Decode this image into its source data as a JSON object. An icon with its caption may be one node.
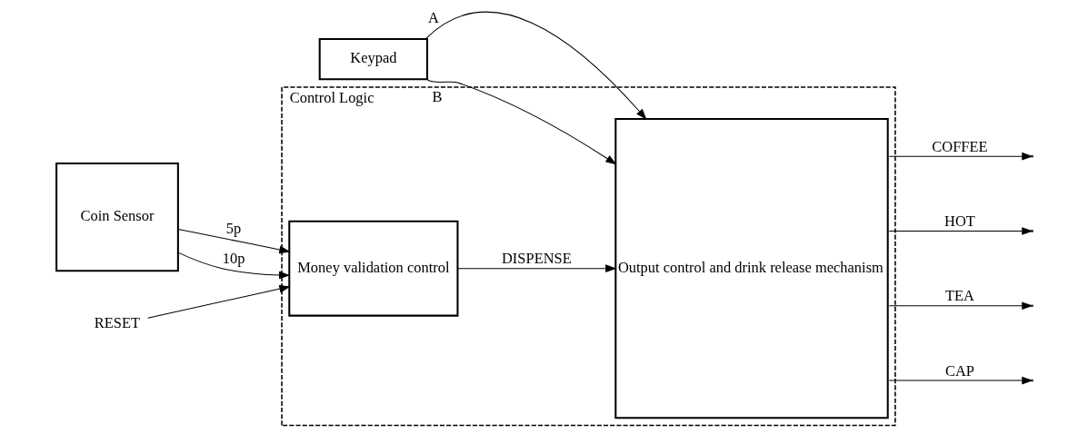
{
  "diagram": {
    "nodes": [
      {
        "text": [
          "Control Logic"
        ]
      },
      {
        "text": [
          "Coin Sensor"
        ]
      },
      {
        "text": [
          "Money validation control"
        ],
        "in": 0
      },
      {
        "text": [
          "Output control and drink release mechanism"
        ],
        "in": 0
      },
      {
        "text": [
          "Keypad"
        ]
      },
      {
        "text": [
          "RESET"
        ]
      }
    ],
    "edges": [
      {
        "from": 1,
        "to": 2,
        "arrow": "to",
        "label": "5p"
      },
      {
        "from": 1,
        "to": 2,
        "arrow": "to",
        "label": "10p"
      },
      {
        "from": 5,
        "to": 2,
        "arrow": "to"
      },
      {
        "from": 2,
        "to": 3,
        "arrow": "to",
        "label": "DISPENSE"
      },
      {
        "from": 4,
        "to": 3,
        "arrow": "to",
        "label": "A"
      },
      {
        "from": 4,
        "to": 3,
        "arrow": "to",
        "label": "B"
      },
      {
        "from": 3,
        "to": null,
        "arrow": "to",
        "label": "COFFEE"
      },
      {
        "from": 3,
        "to": null,
        "arrow": "to",
        "label": "HOT"
      },
      {
        "from": 3,
        "to": null,
        "arrow": "to",
        "label": "TEA"
      },
      {
        "from": 3,
        "to": null,
        "arrow": "to",
        "label": "CAP"
      }
    ]
  }
}
